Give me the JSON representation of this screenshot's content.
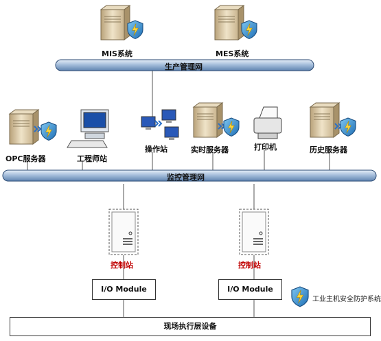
{
  "top_servers": [
    {
      "label": "MIS系统"
    },
    {
      "label": "MES系统"
    }
  ],
  "networks": {
    "production": "生产管理网",
    "monitoring": "监控管理网"
  },
  "middle_nodes": [
    {
      "label": "OPC服务器"
    },
    {
      "label": "工程师站"
    },
    {
      "label": "操作站"
    },
    {
      "label": "实时服务器"
    },
    {
      "label": "打印机"
    },
    {
      "label": "历史服务器"
    }
  ],
  "controllers": [
    {
      "label": "控制站",
      "module": "I/O Module"
    },
    {
      "label": "控制站",
      "module": "I/O Module"
    }
  ],
  "field_layer": "现场执行层设备",
  "legend": {
    "icon": "shield-lightning-icon",
    "text": "工业主机安全防护系统"
  },
  "colors": {
    "bus": "#9fb9d8",
    "bus_border": "#2b4a73",
    "controller_label": "#c00000"
  }
}
